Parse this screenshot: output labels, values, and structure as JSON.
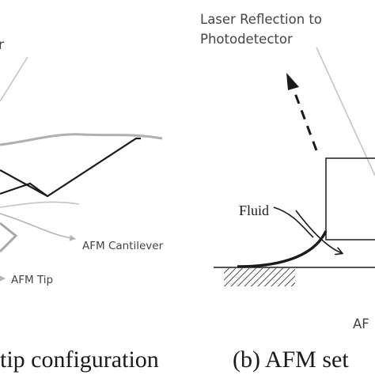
{
  "figure": {
    "panel_a": {
      "partial_label_top": "r",
      "cantilever_label": "AFM Cantilever",
      "tip_label": "AFM Tip",
      "caption": "tip configuration"
    },
    "panel_b": {
      "laser_label_line1": "Laser Reflection to",
      "laser_label_line2": "Photodetector",
      "fluid_label": "Fluid",
      "partial_label_bottom": "AF",
      "caption": "(b) AFM set"
    }
  },
  "colors": {
    "black": "#1a1a1a",
    "light_gray": "#b5b5b5",
    "mid_gray": "#9a9a9a",
    "label_gray": "#444444"
  }
}
